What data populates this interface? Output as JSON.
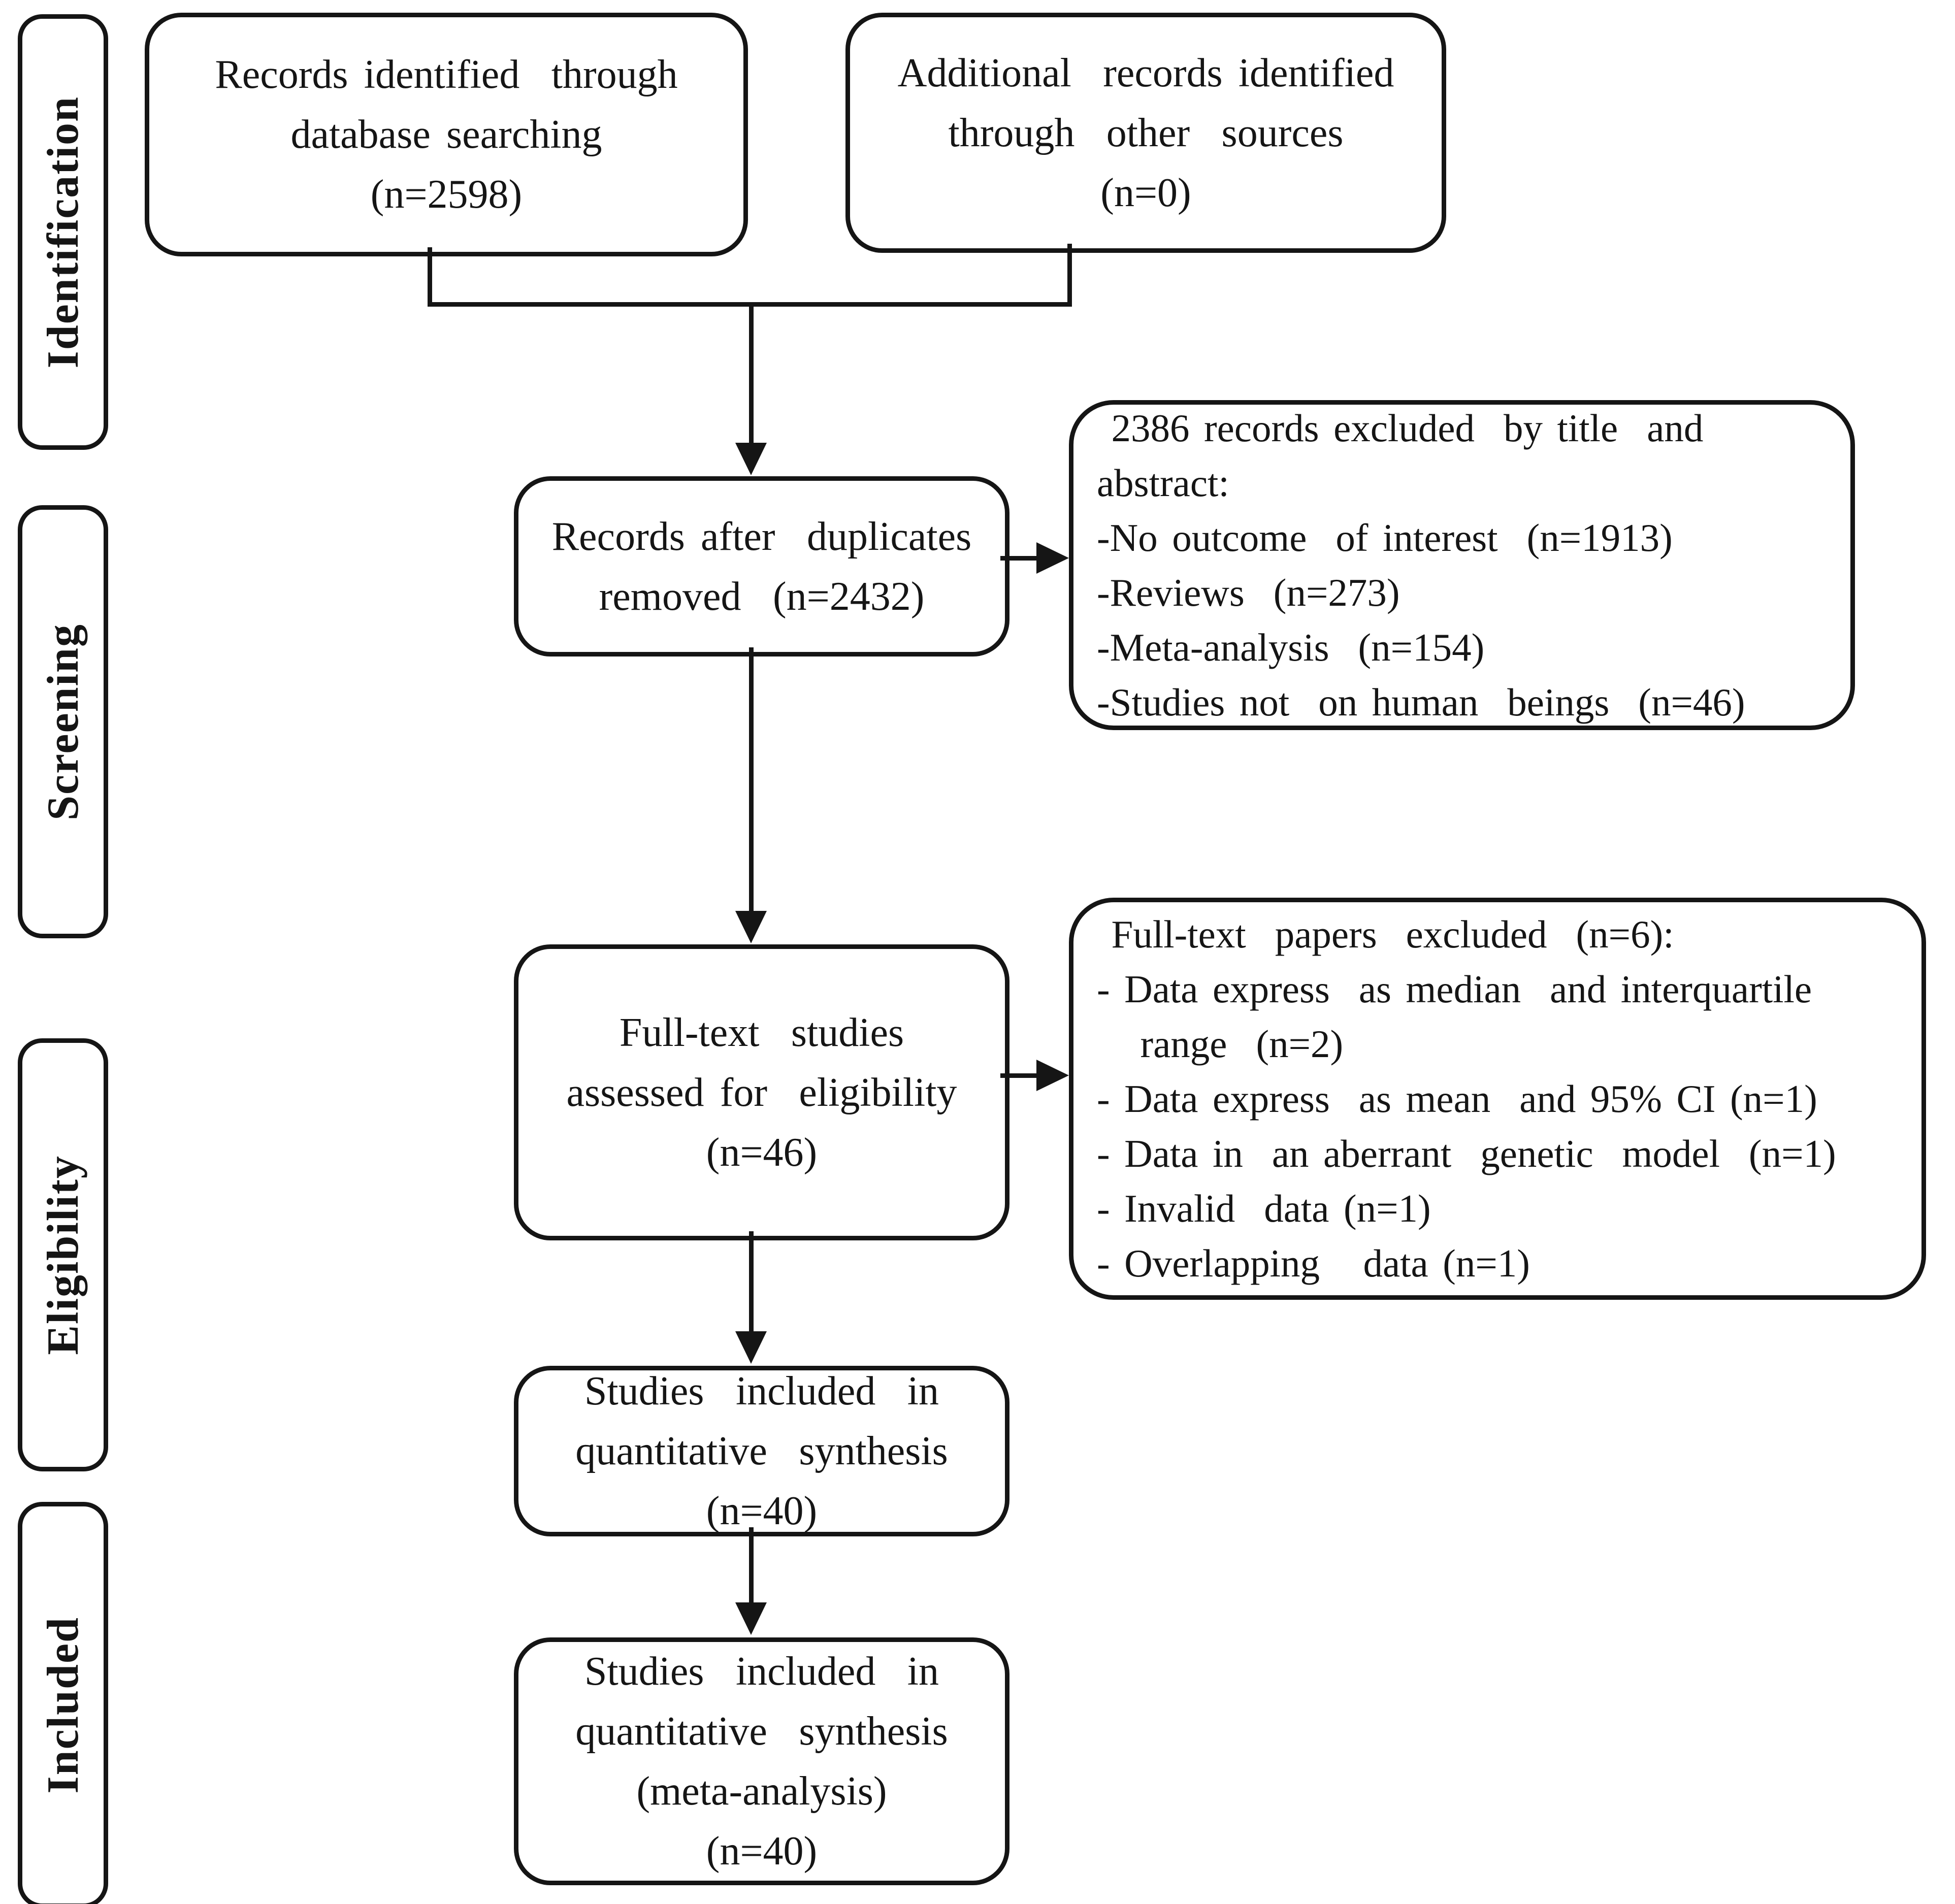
{
  "stages": [
    {
      "id": "identification",
      "label": "Identification"
    },
    {
      "id": "screening",
      "label": "Screening"
    },
    {
      "id": "eligibility",
      "label": "Eligibility"
    },
    {
      "id": "included",
      "label": "Included"
    }
  ],
  "boxes": {
    "database_search": {
      "lines": [
        "Records identified  through",
        "database searching",
        "(n=2598)"
      ]
    },
    "other_sources": {
      "lines": [
        "Additional  records identified",
        "through  other  sources",
        "(n=0)"
      ]
    },
    "after_duplicates": {
      "lines": [
        "Records after  duplicates",
        "removed  (n=2432)"
      ]
    },
    "title_abstract_excluded": {
      "lines": [
        " 2386 records excluded  by title  and",
        "abstract:",
        "-No outcome  of interest  (n=1913)",
        "-Reviews  (n=273)",
        "-Meta-analysis  (n=154)",
        "-Studies not  on human  beings  (n=46)"
      ]
    },
    "fulltext_assessed": {
      "lines": [
        "Full-text  studies",
        "assessed for  eligibility",
        "(n=46)"
      ]
    },
    "fulltext_excluded": {
      "lines": [
        " Full-text  papers  excluded  (n=6):",
        "- Data express  as median  and interquartile",
        "   range  (n=2)",
        "- Data express  as mean  and 95% CI (n=1)",
        "- Data in  an aberrant  genetic  model  (n=1)",
        "- Invalid  data (n=1)",
        "- Overlapping   data (n=1)"
      ]
    },
    "quantitative_synthesis": {
      "lines": [
        "Studies  included  in",
        "quantitative  synthesis",
        "(n=40)"
      ]
    },
    "meta_analysis": {
      "lines": [
        "Studies  included  in",
        "quantitative  synthesis",
        "(meta-analysis)",
        "(n=40)"
      ]
    }
  },
  "colors": {
    "ink": "#151515",
    "background": "#ffffff"
  }
}
